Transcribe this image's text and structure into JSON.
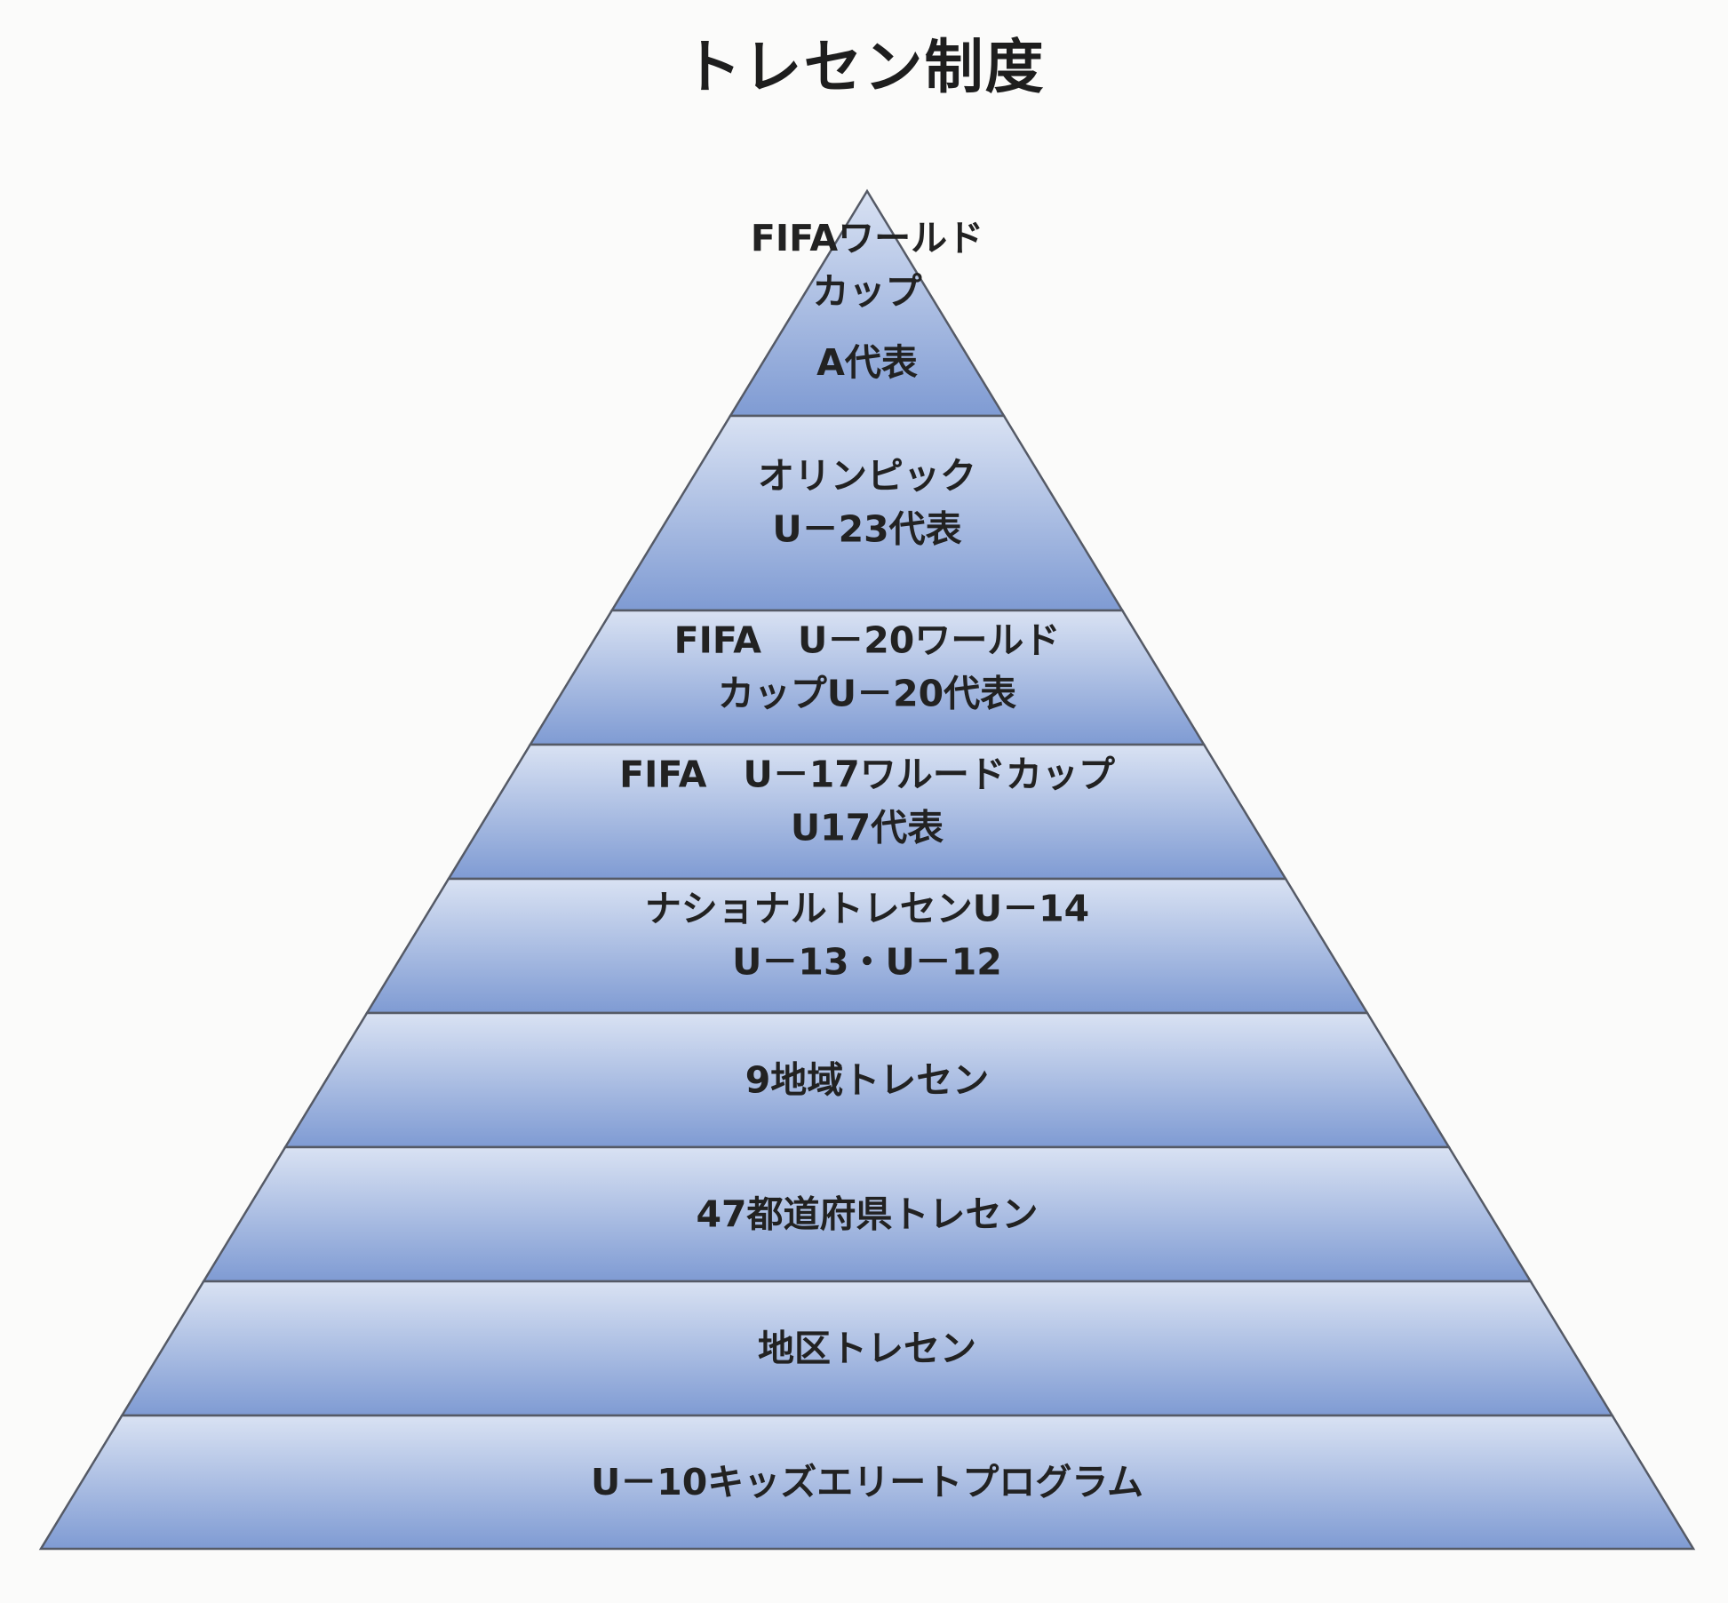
{
  "title": "トレセン制度",
  "colors": {
    "tier_top": "#d9e2f3",
    "tier_bottom": "#7f9bd3",
    "outline": "#555a66",
    "text": "#222222"
  },
  "tiers": [
    {
      "lines": [
        "FIFAワールド",
        "カップ",
        "A代表"
      ]
    },
    {
      "lines": [
        "オリンピック",
        "U－23代表"
      ]
    },
    {
      "lines": [
        "FIFA　U－20ワールド",
        "カップU－20代表"
      ]
    },
    {
      "lines": [
        "FIFA　U－17ワルードカップ",
        "U17代表"
      ]
    },
    {
      "lines": [
        "ナショナルトレセンU－14",
        "U－13・U－12"
      ]
    },
    {
      "lines": [
        "9地域トレセン"
      ]
    },
    {
      "lines": [
        "47都道府県トレセン"
      ]
    },
    {
      "lines": [
        "地区トレセン"
      ]
    },
    {
      "lines": [
        "U－10キッズエリートプログラム"
      ]
    }
  ]
}
